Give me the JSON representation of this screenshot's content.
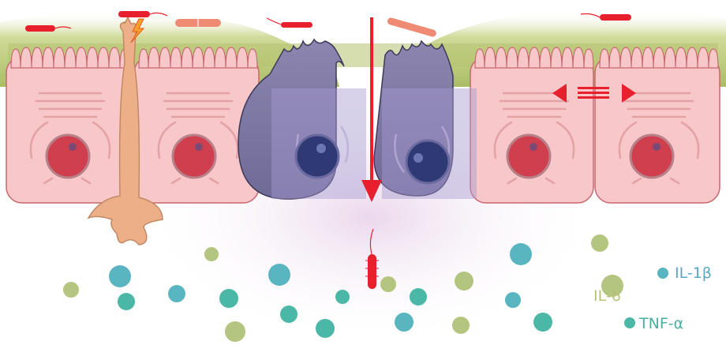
{
  "labels": {
    "il1b": "IL-1β",
    "il6": "IL-6",
    "tnfa": "TNF-α"
  },
  "colors": {
    "mucus": "#b9c97a",
    "epithelial_cell": "#f6c3c6",
    "epithelial_outline": "#cc6b70",
    "goblet_cell": "#7f78a6",
    "nucleus": "#cf3f4e",
    "goblet_nucleus": "#2f3a74",
    "bacteria": "#e8202e",
    "bacteria_light": "#ef8a73",
    "neuron": "#ecaf87",
    "il1b": "#59b5c0",
    "il6": "#b3c57e",
    "tnfa": "#4bb7a6",
    "label_il1b": "#5aa7c0",
    "label_il6": "#b9c27a",
    "label_tnfa": "#4aaea0"
  },
  "icons": [
    "bacterium-icon",
    "lightning-bolt-icon",
    "tight-junction-arrows-icon",
    "invasion-arrow-icon",
    "cytokine-dot-icon"
  ]
}
